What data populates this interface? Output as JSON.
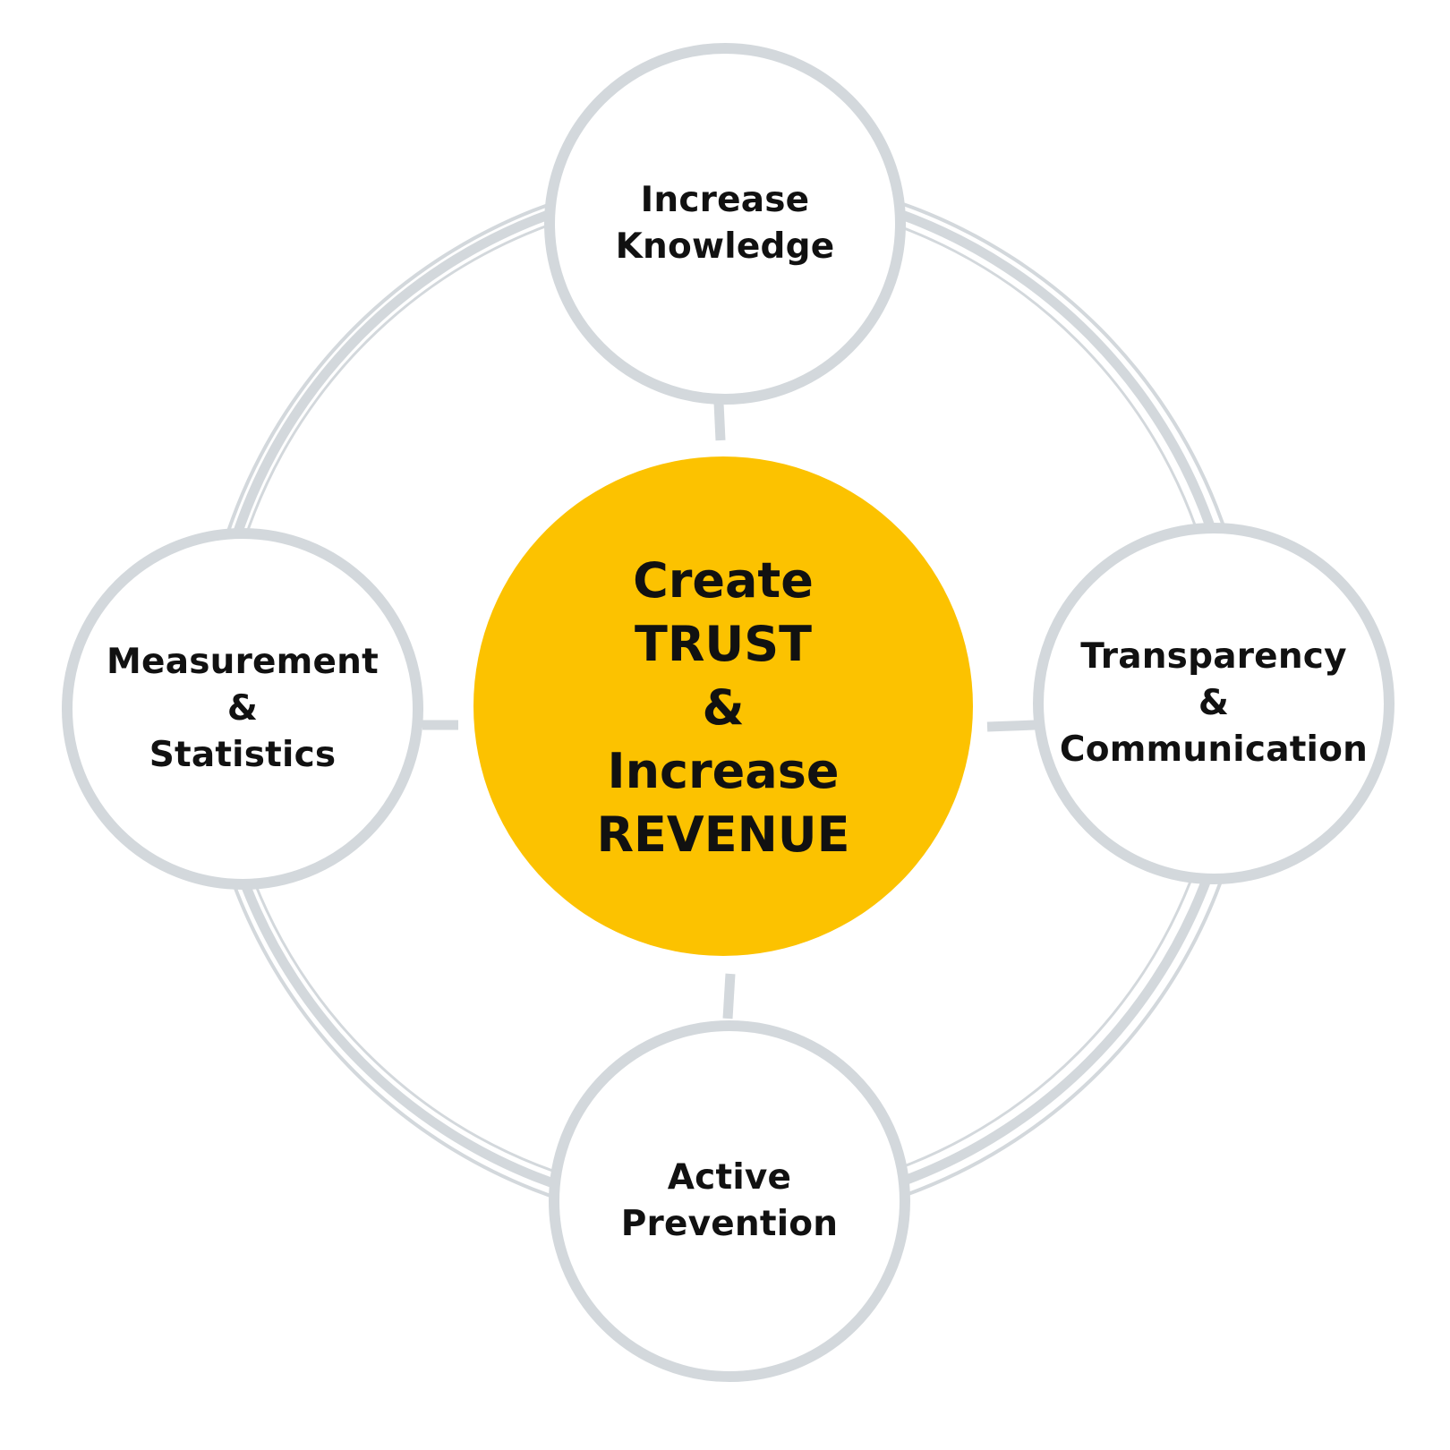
{
  "colors": {
    "center_fill": "#fcc200",
    "ring": "#d3d8dc",
    "text": "#111111",
    "node_fill": "#ffffff"
  },
  "center": {
    "lines": [
      "Create",
      "TRUST",
      "&",
      "Increase",
      "REVENUE"
    ]
  },
  "nodes": {
    "top": {
      "lines": [
        "Increase",
        "Knowledge"
      ]
    },
    "right": {
      "lines": [
        "Transparency",
        "&",
        "Communication"
      ]
    },
    "bottom": {
      "lines": [
        "Active",
        "Prevention"
      ]
    },
    "left": {
      "lines": [
        "Measurement",
        "&",
        "Statistics"
      ]
    }
  }
}
